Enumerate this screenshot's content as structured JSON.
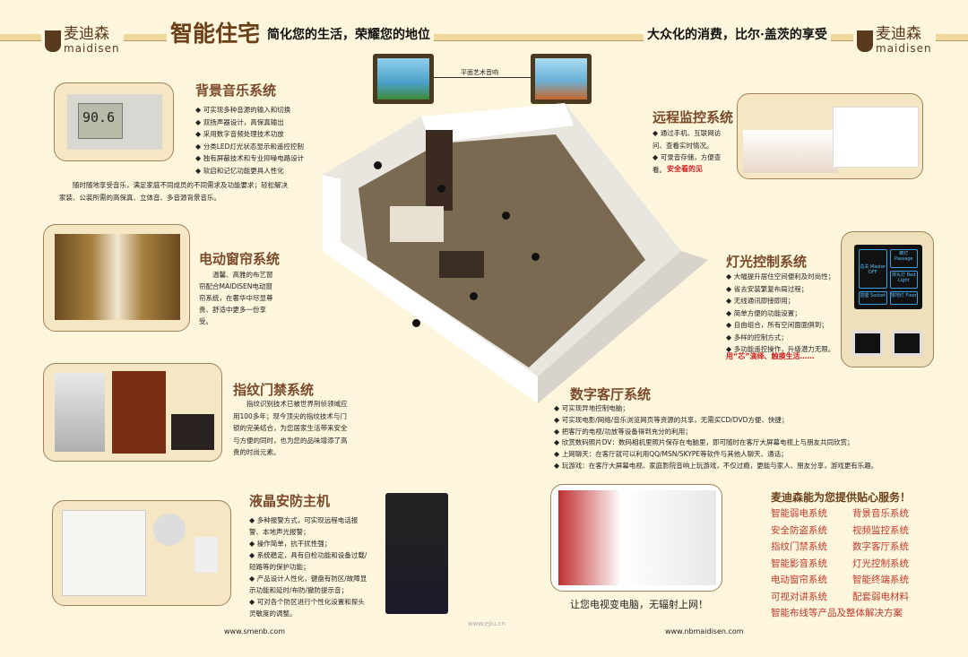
{
  "header": {
    "brand_cn": "麦迪森",
    "brand_en": "maidisen",
    "title": "智能住宅",
    "slogan_left": "简化您的生活，荣耀您的地位",
    "slogan_right": "大众化的消费，比尔·盖茨的享受"
  },
  "art_label": "平面艺术音响",
  "display_reading": "90.6",
  "music": {
    "title": "背景音乐系统",
    "items": [
      "可实现多种音源的输入和切换",
      "双扬声器设计，高保真输出",
      "采用数字音频处理技术功放",
      "分类LED灯光状态显示和遥控控制",
      "独有屏蔽技术和专业抑噪电路设计",
      "软启和记忆功能更具人性化"
    ],
    "desc": "随时随地享受音乐，满足家庭不同成员的不同需求及功能要求；轻松解决家装、公装所需的高保真、立体音、多音源背景音乐。"
  },
  "curtain": {
    "title": "电动窗帘系统",
    "desc": "温馨、高雅的布艺窗帘配合MAIDISEN电动窗帘系统，在奢华中尽显尊贵、舒适中更多一份享受。"
  },
  "fingerprint": {
    "title": "指纹门禁系统",
    "desc": "指纹识别技术已被世界刑侦领域应用100多年；现今顶尖的指纹技术与门锁的完美结合，为您居家生活带来安全与方便的同时，也为您的品味增添了高贵的时尚元素。"
  },
  "alarm": {
    "title": "液晶安防主机",
    "items": [
      "多种报警方式，可实现远程电话报警、本地声光报警；",
      "操作简单，抗干扰性强；",
      "系统稳定，具有自检功能和设备过载/短路等的保护功能；",
      "产品设计人性化，键盘有防区/故障显示功能和延时/布防/撤防提示音；",
      "可对各个防区进行个性化设置和探头灵敏度的调整。"
    ],
    "url": "www.smenb.com"
  },
  "monitor": {
    "title": "远程监控系统",
    "items": [
      "通过手机、互联网访问、查看实时情况。",
      "可录音存储，方便查看。"
    ],
    "tagline": "安全看的见"
  },
  "lighting": {
    "title": "灯光控制系统",
    "items": [
      "大幅提升居住空间便利及时尚性；",
      "省去安装繁复布局过程；",
      "无线通讯即接即用；",
      "简单方便的功能设置；",
      "自由组合，所有空间面面俱到；",
      "多样的控制方式；",
      "多功能遥控操作，升级潜力无限。"
    ],
    "tagline": "用“芯”演绎、触摸生活……",
    "panel_keys": [
      "总关 Master OFF",
      "廊灯 Passage",
      "床头灯 Bed Light",
      "插座 Socket",
      "落地灯 Floor"
    ]
  },
  "living": {
    "title": "数字客厅系统",
    "items": [
      "可实现异地控制电脑；",
      "可实现电影/网络/音乐浏览网页等资源的共享，无需买CD/DVD方便、快捷；",
      "把客厅的电视/功放等设备得到充分的利用；",
      "欣赏数码照片DV：数码相机里照片保存在电脑里，即可随时在客厅大屏幕电视上与朋友共同欣赏；",
      "上网聊天：在客厅就可以利用QQ/MSN/SKYPE等软件与其他人聊天、通话；",
      "玩游戏：在客厅大屏幕电视、家庭影院音响上玩游戏，不仅过瘾，更能与家人、朋友分享，游戏更有乐趣。"
    ]
  },
  "tv": {
    "caption": "让您电视变电脑，无辐射上网！",
    "url": "www.nbmaidisen.com"
  },
  "watermark": "www.ejiu.cn",
  "services": {
    "title": "麦迪森能为您提供贴心服务！",
    "items": [
      "智能弱电系统",
      "背景音乐系统",
      "安全防盗系统",
      "视频监控系统",
      "指纹门禁系统",
      "数字客厅系统",
      "智能影音系统",
      "灯光控制系统",
      "电动窗帘系统",
      "智能终端系统",
      "可视对讲系统",
      "配套弱电材料"
    ],
    "last": "智能布线等产品及整体解决方案"
  }
}
